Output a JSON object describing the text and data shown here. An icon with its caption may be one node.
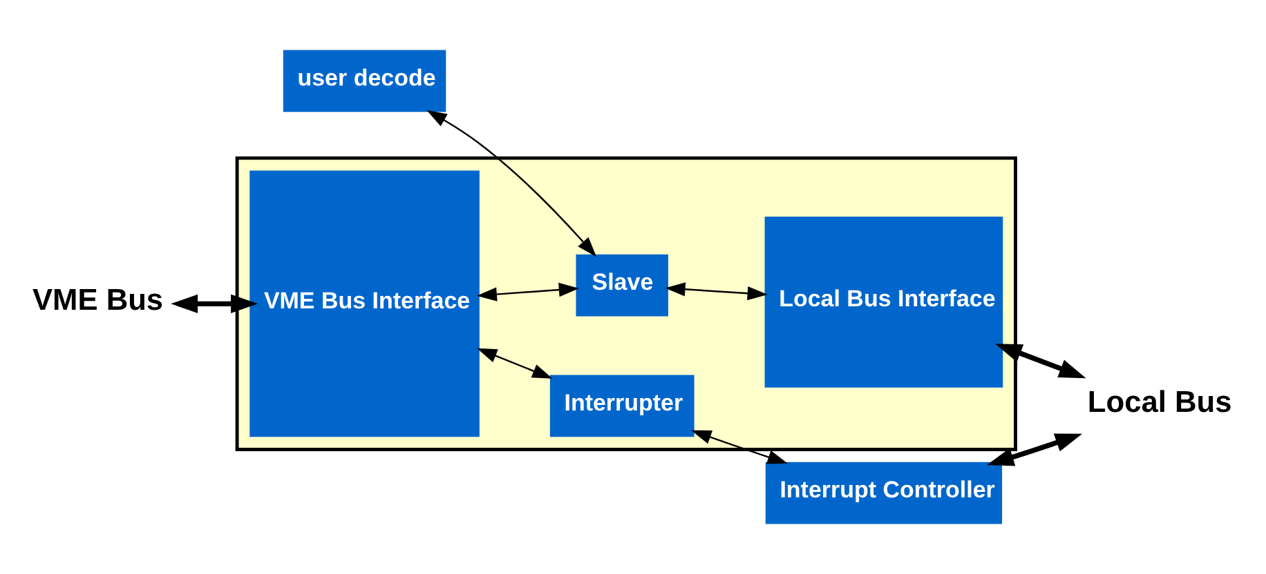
{
  "diagram": {
    "nodes": [
      {
        "text": [],
        "shape": "box"
      },
      {
        "text": [
          "user decode"
        ]
      },
      {
        "text": [
          "VME Bus"
        ]
      },
      {
        "text": [
          "VME Bus Interface"
        ],
        "in": 0
      },
      {
        "text": [
          "Slave"
        ],
        "in": 0
      },
      {
        "text": [
          "Local Bus Interface"
        ],
        "in": 0
      },
      {
        "text": [
          "Interrupter"
        ],
        "in": 0
      },
      {
        "text": [
          "Interrupt Controller"
        ]
      },
      {
        "text": [
          "Local Bus"
        ]
      }
    ],
    "edges": [
      {
        "from": 2,
        "to": 3,
        "arrow": "both",
        "style": "thick"
      },
      {
        "from": 1,
        "to": 4,
        "arrow": "both"
      },
      {
        "from": 3,
        "to": 4,
        "arrow": "both"
      },
      {
        "from": 4,
        "to": 5,
        "arrow": "both"
      },
      {
        "from": 5,
        "to": 8,
        "arrow": "both",
        "style": "thick"
      },
      {
        "from": 3,
        "to": 6,
        "arrow": "both"
      },
      {
        "from": 6,
        "to": 7,
        "arrow": "both"
      },
      {
        "from": 7,
        "to": 8,
        "arrow": "both",
        "style": "thick"
      }
    ]
  }
}
